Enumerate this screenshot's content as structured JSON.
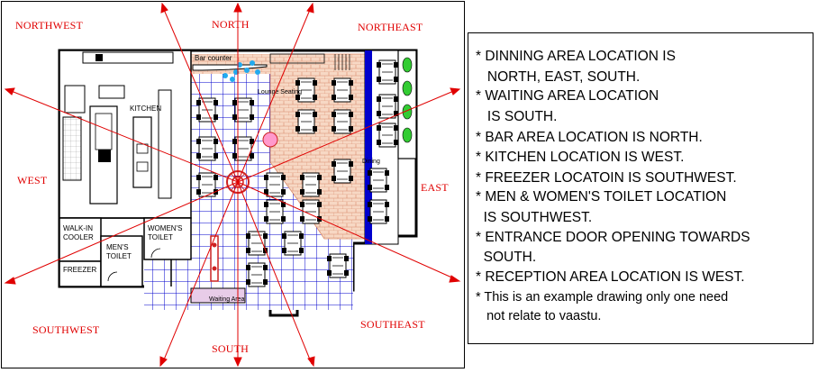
{
  "directions": {
    "north": "NORTH",
    "northeast": "NORTHEAST",
    "northwest": "NORTHWEST",
    "west": "WEST",
    "east": "EAST",
    "southwest": "SOUTHWEST",
    "south": "SOUTH",
    "southeast": "SOUTHEAST"
  },
  "rooms": {
    "bar_counter": "Bar counter",
    "living_seating": "Lounge Seating",
    "kitchen": "KITCHEN",
    "dining": "Dining",
    "walk_in_cooler_1": "WALK-IN",
    "walk_in_cooler_2": "COOLER",
    "womens_toilet_1": "WOMEN'S",
    "womens_toilet_2": "TOILET",
    "mens_toilet_1": "MEN'S",
    "mens_toilet_2": "TOILET",
    "freezer": "FREEZER",
    "waiting_area": "Waiting Area"
  },
  "notes": [
    "* DINNING AREA LOCATION IS",
    "   NORTH, EAST, SOUTH.",
    "* WAITING AREA LOCATION",
    "   IS SOUTH.",
    "* BAR AREA LOCATION IS NORTH.",
    "* KITCHEN LOCATION IS WEST.",
    "* FREEZER LOCATOIN IS SOUTHWEST.",
    "* MEN & WOMEN'S TOILET LOCATION",
    "  IS SOUTHWEST.",
    "* ENTRANCE DOOR OPENING TOWARDS",
    "  SOUTH.",
    "* RECEPTION AREA LOCATION IS WEST.",
    "* This is an example drawing only one need",
    "   not relate to vaastu."
  ],
  "colors": {
    "arrow": "#e00000",
    "grid": "#0000cc",
    "wood_floor": "#f2c9b0",
    "plant": "#33cc33",
    "bar_stool": "#22aaee"
  }
}
